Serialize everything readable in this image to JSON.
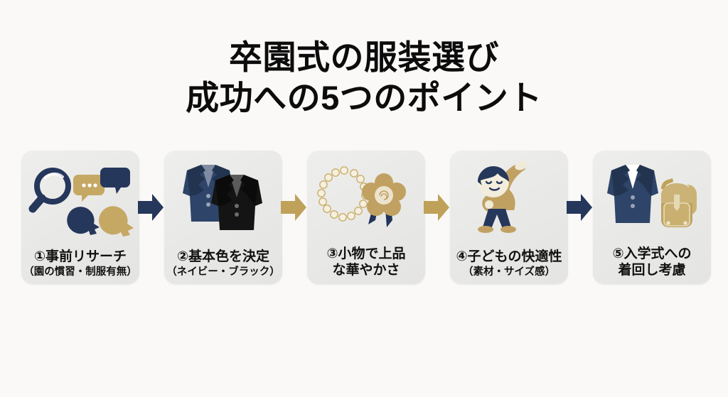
{
  "title": {
    "line1": "卒園式の服装選び",
    "line2": "成功への5つのポイント"
  },
  "colors": {
    "background": "#faf9f7",
    "card_background": "#e9e9e7",
    "navy": "#26375c",
    "navy_dark": "#1f2d4d",
    "gold": "#bfa159",
    "gold_light": "#c9ae6c",
    "black_suit": "#161616",
    "text": "#111111",
    "pearl": "#f5efdf"
  },
  "steps": [
    {
      "number": "①",
      "title": "①事前リサーチ",
      "subtitle": "（園の慣習・制服有無）",
      "icon": "research-magnifier-heads-icon"
    },
    {
      "number": "②",
      "title": "②基本色を決定",
      "subtitle": "（ネイビー・ブラック）",
      "icon": "suit-jackets-navy-black-icon"
    },
    {
      "number": "③",
      "title": "③小物で上品",
      "title2": "な華やかさ",
      "subtitle": "",
      "icon": "pearl-necklace-corsage-icon"
    },
    {
      "number": "④",
      "title": "④子どもの快適性",
      "subtitle": "（素材・サイズ感）",
      "icon": "child-stretching-icon"
    },
    {
      "number": "⑤",
      "title": "⑤入学式への",
      "title2": "着回し考慮",
      "subtitle": "",
      "icon": "jacket-randoseru-icon"
    }
  ],
  "arrows": [
    {
      "name": "arrow-step1-to-step2",
      "color": "#26375c"
    },
    {
      "name": "arrow-step2-to-step3",
      "color": "#bfa159"
    },
    {
      "name": "arrow-step3-to-step4",
      "color": "#bfa159"
    },
    {
      "name": "arrow-step4-to-step5",
      "color": "#26375c"
    }
  ]
}
